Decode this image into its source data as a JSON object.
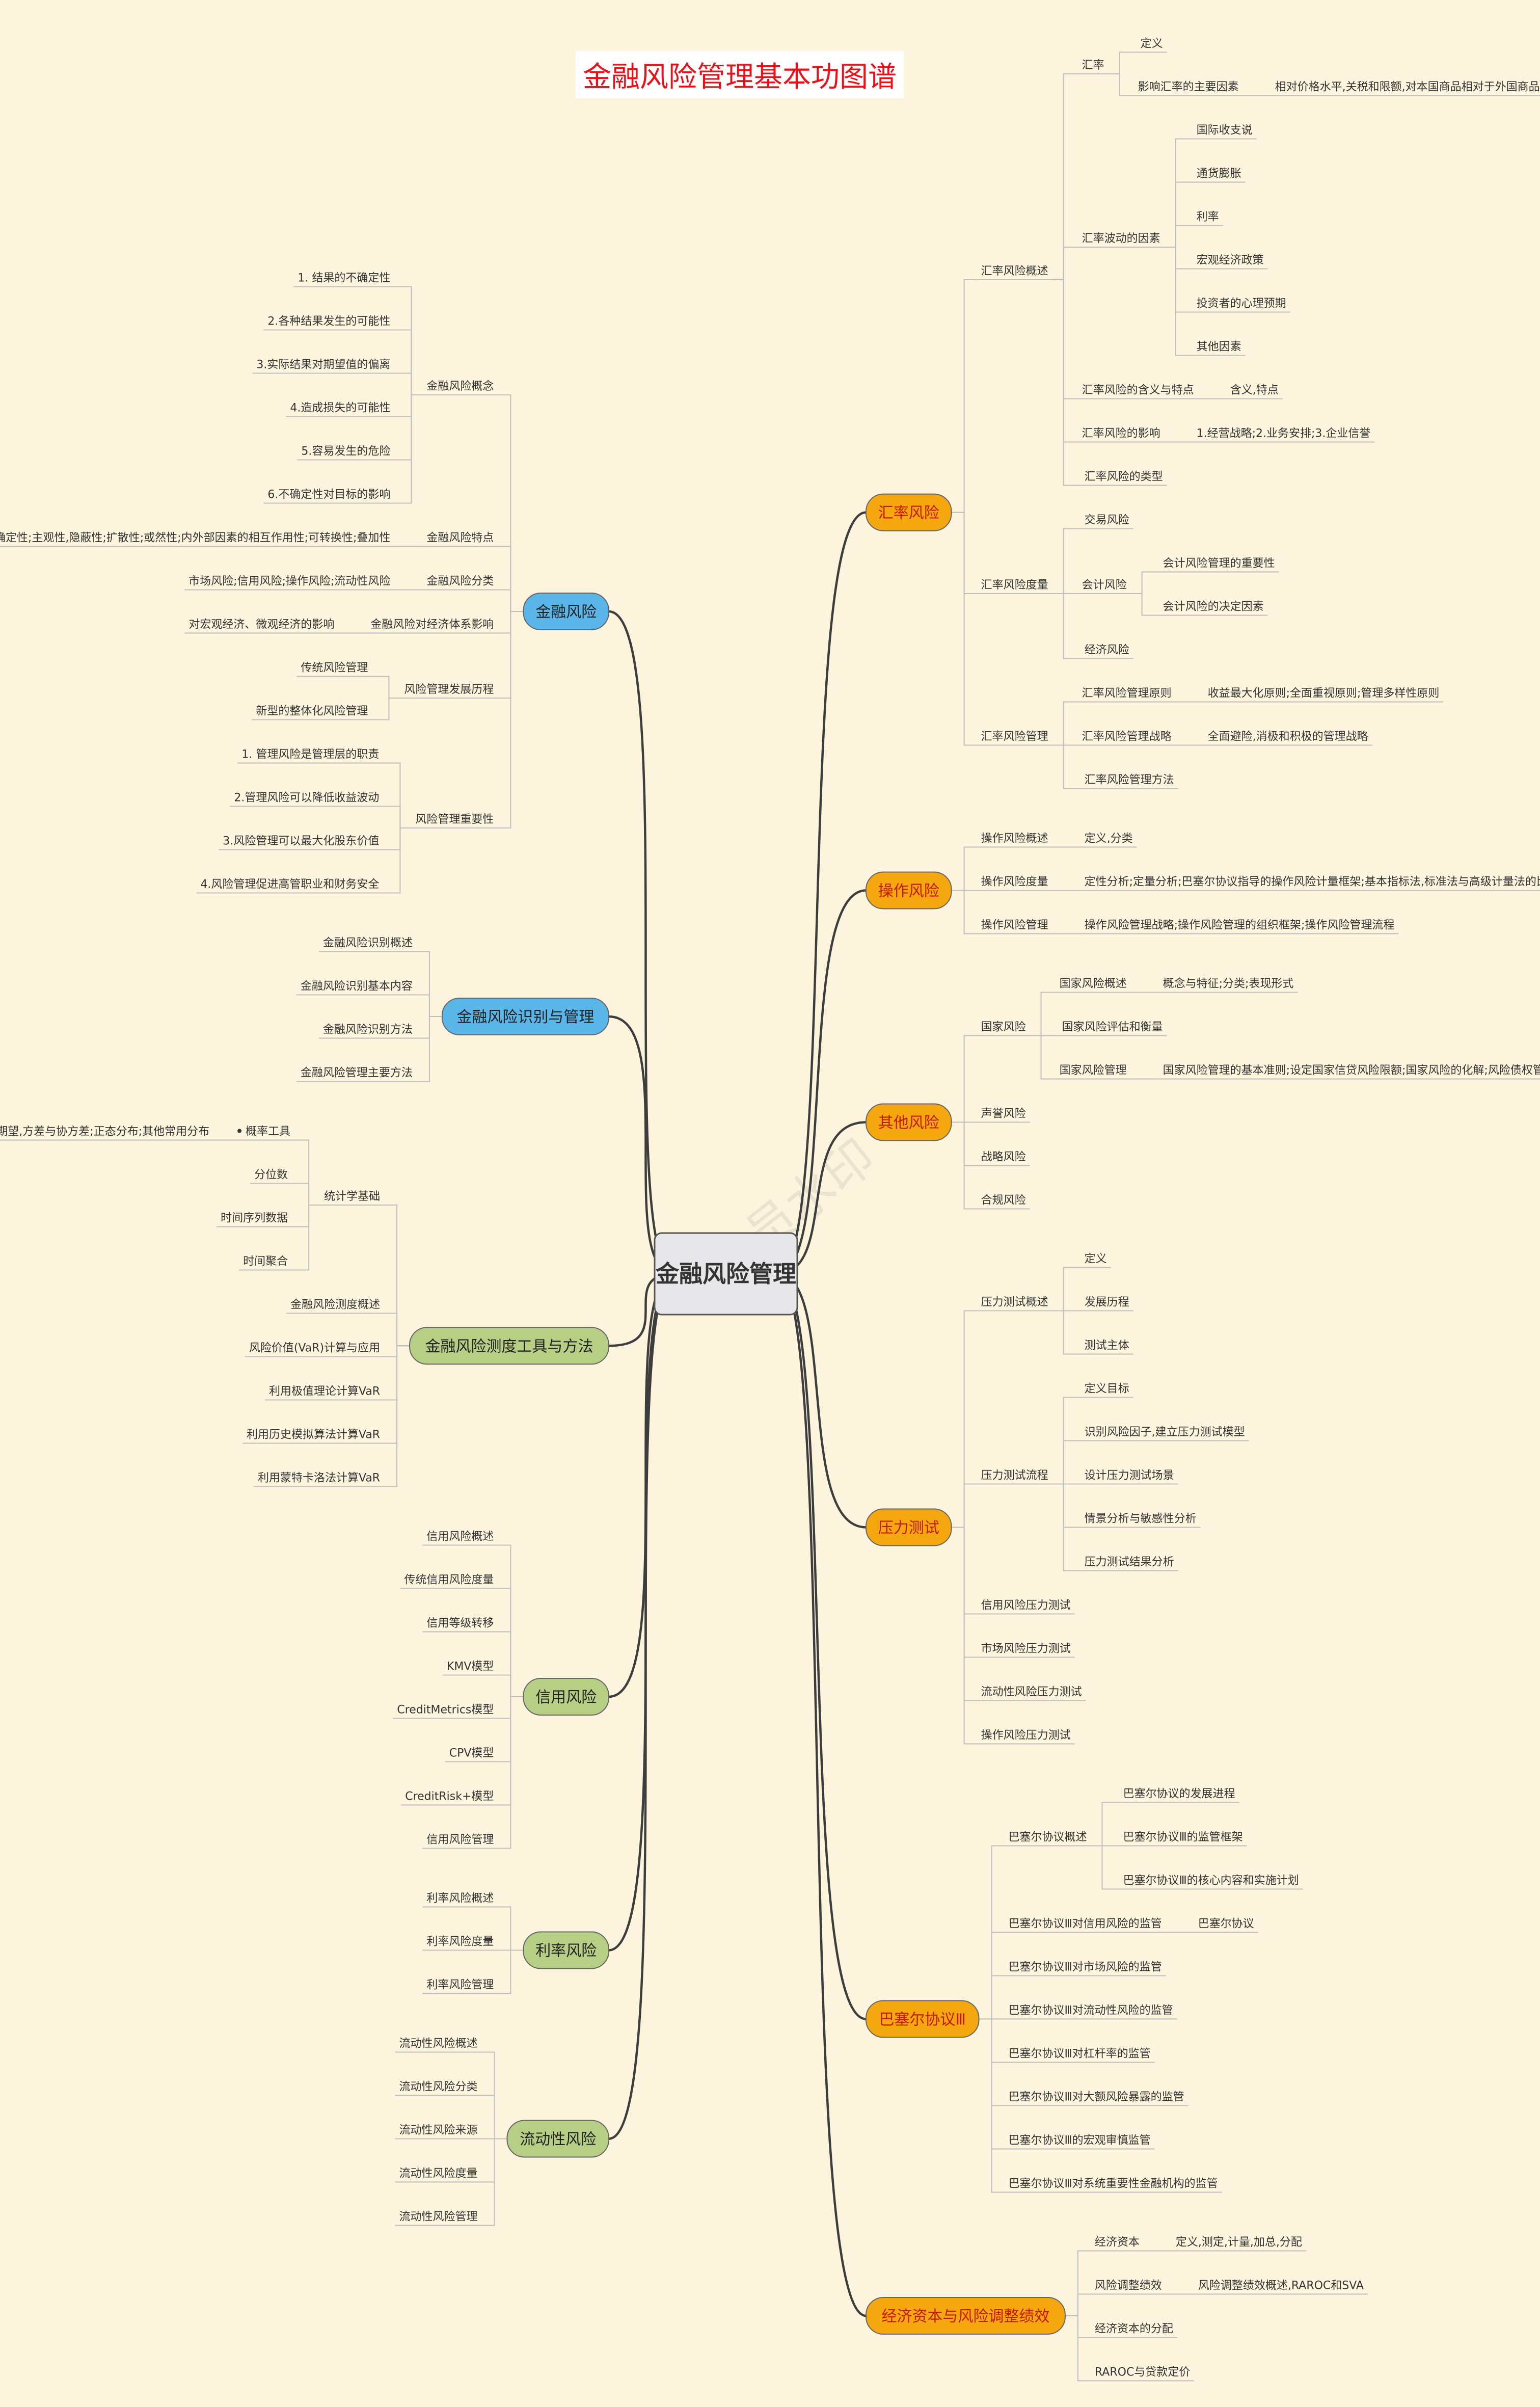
{
  "title": "金融风险管理基本功图谱",
  "watermark": "非会员水印",
  "root": "金融风险管理",
  "colors": {
    "background": "#fcf4dc",
    "orange": "#f5a70f",
    "blue": "#5ab5e9",
    "green": "#b7cf84",
    "line": "#3d3d3d",
    "label_line": "#bfbfbf",
    "title": "#e8121a"
  },
  "right": [
    {
      "label": "汇率风险",
      "color": "orange",
      "children": [
        {
          "label": "汇率风险概述",
          "children": [
            {
              "label": "汇率",
              "children": [
                {
                  "label": "定义"
                },
                {
                  "label": "影响汇率的主要因素",
                  "children": [
                    {
                      "label": "相对价格水平,关税和限额,对本国商品相对于外国商品的偏好以及生产率"
                    }
                  ]
                }
              ]
            },
            {
              "label": "汇率波动的因素",
              "children": [
                {
                  "label": "国际收支说"
                },
                {
                  "label": "通货膨胀"
                },
                {
                  "label": "利率"
                },
                {
                  "label": "宏观经济政策"
                },
                {
                  "label": "投资者的心理预期"
                },
                {
                  "label": "其他因素"
                }
              ]
            },
            {
              "label": "汇率风险的含义与特点",
              "children": [
                {
                  "label": "含义,特点"
                }
              ]
            },
            {
              "label": "汇率风险的影响",
              "children": [
                {
                  "label": "1.经营战略;2.业务安排;3.企业信誉"
                }
              ]
            },
            {
              "label": "汇率风险的类型"
            }
          ]
        },
        {
          "label": "汇率风险度量",
          "children": [
            {
              "label": "交易风险"
            },
            {
              "label": "会计风险",
              "children": [
                {
                  "label": "会计风险管理的重要性"
                },
                {
                  "label": "会计风险的决定因素"
                }
              ]
            },
            {
              "label": "经济风险"
            }
          ]
        },
        {
          "label": "汇率风险管理",
          "children": [
            {
              "label": "汇率风险管理原则",
              "children": [
                {
                  "label": "收益最大化原则;全面重视原则;管理多样性原则"
                }
              ]
            },
            {
              "label": "汇率风险管理战略",
              "children": [
                {
                  "label": "全面避险,消极和积极的管理战略"
                }
              ]
            },
            {
              "label": "汇率风险管理方法"
            }
          ]
        }
      ]
    },
    {
      "label": "操作风险",
      "color": "orange",
      "children": [
        {
          "label": "操作风险概述",
          "children": [
            {
              "label": "定义,分类"
            }
          ]
        },
        {
          "label": "操作风险度量",
          "children": [
            {
              "label": "定性分析;定量分析;巴塞尔协议指导的操作风险计量框架;基本指标法,标准法与高级计量法的比较;"
            }
          ]
        },
        {
          "label": "操作风险管理",
          "children": [
            {
              "label": "操作风险管理战略;操作风险管理的组织框架;操作风险管理流程"
            }
          ]
        }
      ]
    },
    {
      "label": "其他风险",
      "color": "orange",
      "children": [
        {
          "label": "国家风险",
          "children": [
            {
              "label": "国家风险概述",
              "children": [
                {
                  "label": "概念与特征;分类;表现形式"
                }
              ]
            },
            {
              "label": "国家风险评估和衡量"
            },
            {
              "label": "国家风险管理",
              "children": [
                {
                  "label": "国家风险管理的基本准则;设定国家信贷风险限额;国家风险的化解;风险债权管理"
                }
              ]
            }
          ]
        },
        {
          "label": "声誉风险"
        },
        {
          "label": "战略风险"
        },
        {
          "label": "合规风险"
        }
      ]
    },
    {
      "label": "压力测试",
      "color": "orange",
      "children": [
        {
          "label": "压力测试概述",
          "children": [
            {
              "label": "定义"
            },
            {
              "label": "发展历程"
            },
            {
              "label": "测试主体"
            }
          ]
        },
        {
          "label": "压力测试流程",
          "children": [
            {
              "label": "定义目标"
            },
            {
              "label": "识别风险因子,建立压力测试模型"
            },
            {
              "label": "设计压力测试场景"
            },
            {
              "label": "情景分析与敏感性分析"
            },
            {
              "label": "压力测试结果分析"
            }
          ]
        },
        {
          "label": "信用风险压力测试"
        },
        {
          "label": "市场风险压力测试"
        },
        {
          "label": "流动性风险压力测试"
        },
        {
          "label": "操作风险压力测试"
        }
      ]
    },
    {
      "label": "巴塞尔协议Ⅲ",
      "color": "orange",
      "children": [
        {
          "label": "巴塞尔协议概述",
          "children": [
            {
              "label": "巴塞尔协议的发展进程"
            },
            {
              "label": "巴塞尔协议Ⅲ的监管框架"
            },
            {
              "label": "巴塞尔协议Ⅲ的核心内容和实施计划"
            }
          ]
        },
        {
          "label": "巴塞尔协议Ⅲ对信用风险的监管",
          "children": [
            {
              "label": "巴塞尔协议"
            }
          ]
        },
        {
          "label": "巴塞尔协议Ⅲ对市场风险的监管"
        },
        {
          "label": "巴塞尔协议Ⅲ对流动性风险的监管"
        },
        {
          "label": "巴塞尔协议Ⅲ对杠杆率的监管"
        },
        {
          "label": "巴塞尔协议Ⅲ对大额风险暴露的监管"
        },
        {
          "label": "巴塞尔协议Ⅲ的宏观审慎监管"
        },
        {
          "label": "巴塞尔协议Ⅲ对系统重要性金融机构的监管"
        }
      ]
    },
    {
      "label": "经济资本与风险调整绩效",
      "color": "orange",
      "children": [
        {
          "label": "经济资本",
          "children": [
            {
              "label": "定义,测定,计量,加总,分配"
            }
          ]
        },
        {
          "label": "风险调整绩效",
          "children": [
            {
              "label": "风险调整绩效概述,RAROC和SVA"
            }
          ]
        },
        {
          "label": "经济资本的分配"
        },
        {
          "label": "RAROC与贷款定价"
        }
      ]
    }
  ],
  "left": [
    {
      "label": "金融风险",
      "color": "blue",
      "children": [
        {
          "label": "金融风险概念",
          "children": [
            {
              "label": "1. 结果的不确定性"
            },
            {
              "label": "2.各种结果发生的可能性"
            },
            {
              "label": "3.实际结果对期望值的偏离"
            },
            {
              "label": "4.造成损失的可能性"
            },
            {
              "label": "5.容易发生的危险"
            },
            {
              "label": "6.不确定性对目标的影响"
            }
          ]
        },
        {
          "label": "金融风险特点",
          "children": [
            {
              "label": "普遍性;不确定性;主观性,隐蔽性;扩散性;或然性;内外部因素的相互作用性;可转换性;叠加性"
            }
          ]
        },
        {
          "label": "金融风险分类",
          "children": [
            {
              "label": "市场风险;信用风险;操作风险;流动性风险"
            }
          ]
        },
        {
          "label": "金融风险对经济体系影响",
          "children": [
            {
              "label": "对宏观经济、微观经济的影响"
            }
          ]
        },
        {
          "label": "风险管理发展历程",
          "children": [
            {
              "label": "传统风险管理"
            },
            {
              "label": "新型的整体化风险管理"
            }
          ]
        },
        {
          "label": "风险管理重要性",
          "children": [
            {
              "label": "1. 管理风险是管理层的职责"
            },
            {
              "label": "2.管理风险可以降低收益波动"
            },
            {
              "label": "3.风险管理可以最大化股东价值"
            },
            {
              "label": "4.风险管理促进高管职业和财务安全"
            }
          ]
        }
      ]
    },
    {
      "label": "金融风险识别与管理",
      "color": "blue",
      "children": [
        {
          "label": "金融风险识别概述"
        },
        {
          "label": "金融风险识别基本内容"
        },
        {
          "label": "金融风险识别方法"
        },
        {
          "label": "金融风险管理主要方法"
        }
      ]
    },
    {
      "label": "金融风险测度工具与方法",
      "color": "green",
      "children": [
        {
          "label": "统计学基础",
          "children": [
            {
              "label": "概率工具",
              "bullet": true,
              "children": [
                {
                  "label": "概率与概率分布;期望,方差与协方差;正态分布;其他常用分布"
                }
              ]
            },
            {
              "label": "分位数"
            },
            {
              "label": "时间序列数据"
            },
            {
              "label": "时间聚合"
            }
          ]
        },
        {
          "label": "金融风险测度概述"
        },
        {
          "label": "风险价值(VaR)计算与应用"
        },
        {
          "label": "利用极值理论计算VaR"
        },
        {
          "label": "利用历史模拟算法计算VaR"
        },
        {
          "label": "利用蒙特卡洛法计算VaR"
        }
      ]
    },
    {
      "label": "信用风险",
      "color": "green",
      "children": [
        {
          "label": "信用风险概述"
        },
        {
          "label": "传统信用风险度量"
        },
        {
          "label": "信用等级转移"
        },
        {
          "label": "KMV模型"
        },
        {
          "label": "CreditMetrics模型"
        },
        {
          "label": "CPV模型"
        },
        {
          "label": "CreditRisk+模型"
        },
        {
          "label": "信用风险管理"
        }
      ]
    },
    {
      "label": "利率风险",
      "color": "green",
      "children": [
        {
          "label": "利率风险概述"
        },
        {
          "label": "利率风险度量"
        },
        {
          "label": "利率风险管理"
        }
      ]
    },
    {
      "label": "流动性风险",
      "color": "green",
      "children": [
        {
          "label": "流动性风险概述"
        },
        {
          "label": "流动性风险分类"
        },
        {
          "label": "流动性风险来源"
        },
        {
          "label": "流动性风险度量"
        },
        {
          "label": "流动性风险管理"
        }
      ]
    }
  ]
}
